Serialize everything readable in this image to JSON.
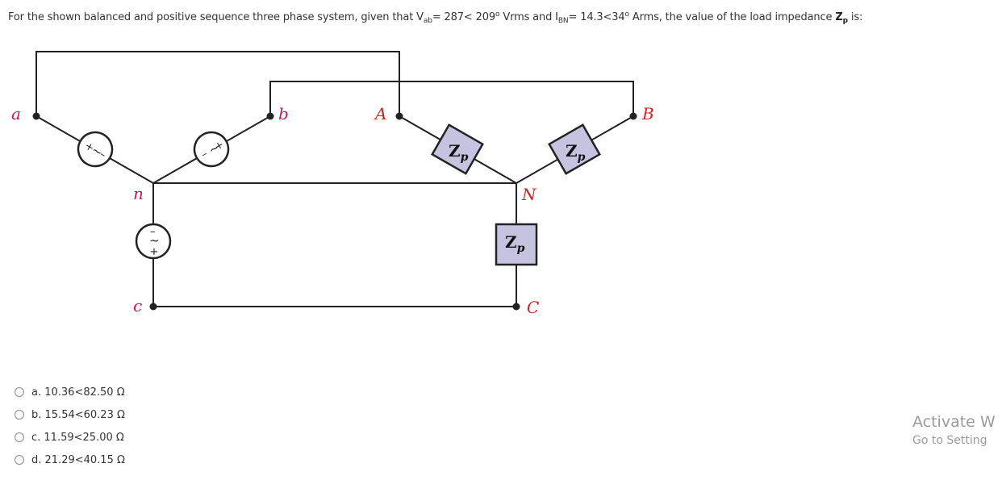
{
  "question": {
    "t1": "For the shown balanced and positive sequence three phase system, given that V",
    "vab_sub": "ab",
    "t2": "= 287< 209",
    "deg1": "o",
    "t3": " Vrms and I",
    "ibn_sub": "BN",
    "t4": "= 14.3<34",
    "deg2": "o",
    "t5": " Arms, the value of the load impedance ",
    "z_bold": "Z",
    "z_sub": "p",
    "t6": " is:"
  },
  "circuit": {
    "source_nodes": {
      "a": "a",
      "b": "b",
      "c": "c",
      "n": "n"
    },
    "load_nodes": {
      "A": "A",
      "B": "B",
      "C": "C",
      "N": "N"
    },
    "impedance_label": "Z",
    "impedance_sub": "p",
    "colors": {
      "source_labels": "#c2185b",
      "load_labels": "#c62828",
      "impedance_fill": "#c5c3e0",
      "wire": "#222222"
    }
  },
  "options": [
    {
      "label": "a. 10.36<82.50 Ω"
    },
    {
      "label": "b. 15.54<60.23 Ω"
    },
    {
      "label": "c. 11.59<25.00 Ω"
    },
    {
      "label": "d. 21.29<40.15 Ω"
    }
  ],
  "watermark": {
    "line1": "Activate W",
    "line2": "Go to Setting"
  }
}
